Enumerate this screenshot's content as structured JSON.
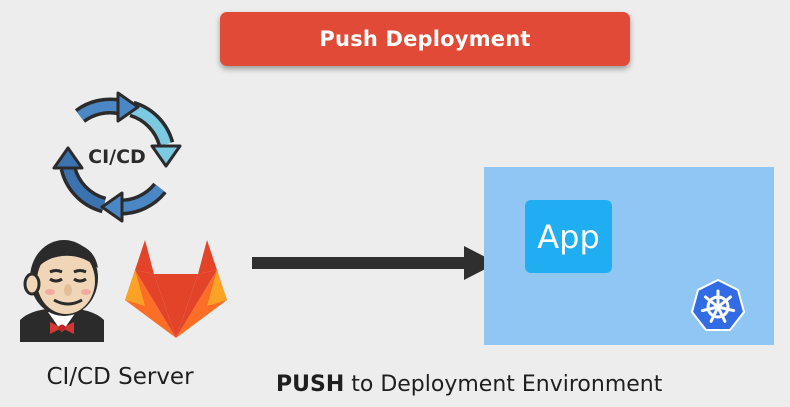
{
  "title": "Push Deployment",
  "cicd_badge": "CI/CD",
  "server_label": "CI/CD Server",
  "app_label": "App",
  "caption": {
    "strong": "PUSH",
    "rest": " to Deployment Environment"
  },
  "icons": {
    "cycle": "cycle-arrows-icon",
    "jenkins": "jenkins-icon",
    "gitlab": "gitlab-icon",
    "kubernetes": "kubernetes-icon",
    "arrow": "right-arrow-icon"
  },
  "colors": {
    "title_bg": "#e04a36",
    "environment_bg": "#8fc6f4",
    "app_bg": "#20aef3",
    "kubernetes_bg": "#326ce5",
    "arrow": "#2f2f2f"
  }
}
